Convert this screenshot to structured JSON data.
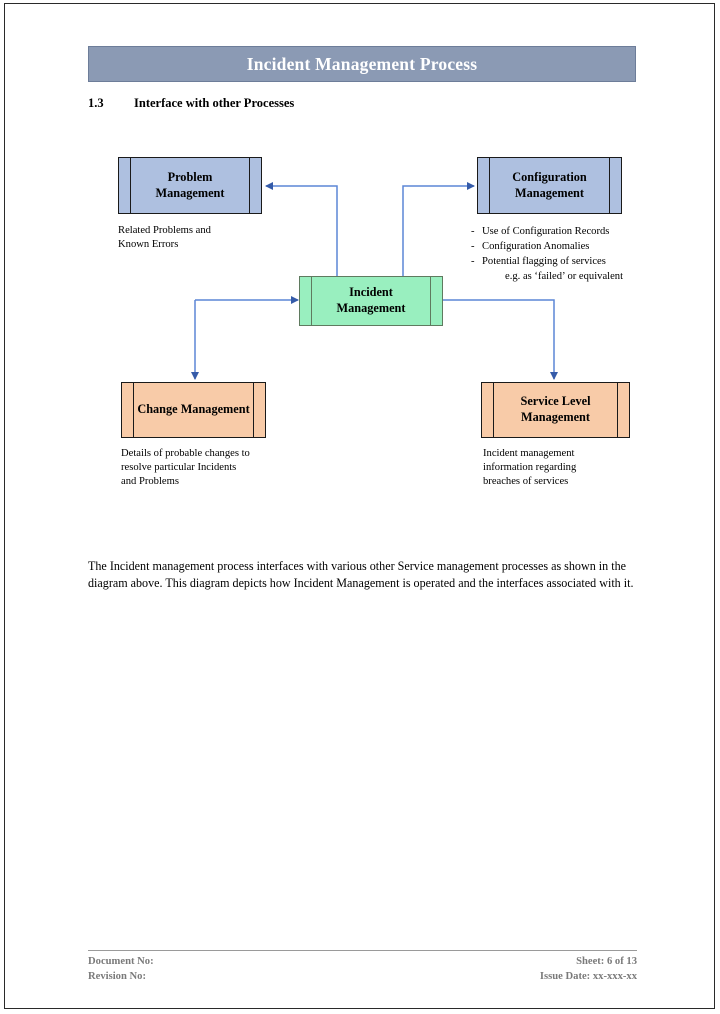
{
  "document": {
    "title": "Incident Management Process",
    "section": {
      "number": "1.3",
      "heading": "Interface with other Processes"
    },
    "body_paragraph": "The Incident management process interfaces with various other Service management processes as shown in the diagram above. This diagram depicts how Incident Management is operated and the interfaces associated with it.",
    "footer": {
      "document_no": "Document No:",
      "revision_no": "Revision No:",
      "sheet": "Sheet: 6 of 13",
      "issue_date": "Issue Date: xx-xxx-xx"
    }
  },
  "colors": {
    "banner": "#8b9ab4",
    "banner_text": "#ffffff",
    "box_blue": "#aec0e0",
    "box_green": "#99efbf",
    "box_peach": "#f8cba8",
    "connector": "#4a72c4",
    "footer_text": "#7a7a7a"
  },
  "diagram": {
    "boxes": [
      {
        "id": "problem-management",
        "label": "Problem\nManagement",
        "fill": "box_blue"
      },
      {
        "id": "configuration-management",
        "label": "Configuration\nManagement",
        "fill": "box_blue"
      },
      {
        "id": "incident-management",
        "label": "Incident\nManagement",
        "fill": "box_green"
      },
      {
        "id": "change-management",
        "label": "Change\nManagement",
        "fill": "box_peach"
      },
      {
        "id": "service-level-management",
        "label": "Service Level\nManagement",
        "fill": "box_peach"
      }
    ],
    "captions": {
      "problem_management": "Related Problems and\nKnown Errors",
      "change_management": "Details of probable changes to\nresolve particular Incidents\nand Problems",
      "service_level_management": "Incident management\ninformation regarding\nbreaches of services"
    },
    "configuration_bullets": {
      "dash": "-",
      "items": [
        "Use of Configuration Records",
        "Configuration Anomalies",
        "Potential flagging of services"
      ],
      "sub_item": "e.g. as ‘failed’ or equivalent"
    }
  }
}
